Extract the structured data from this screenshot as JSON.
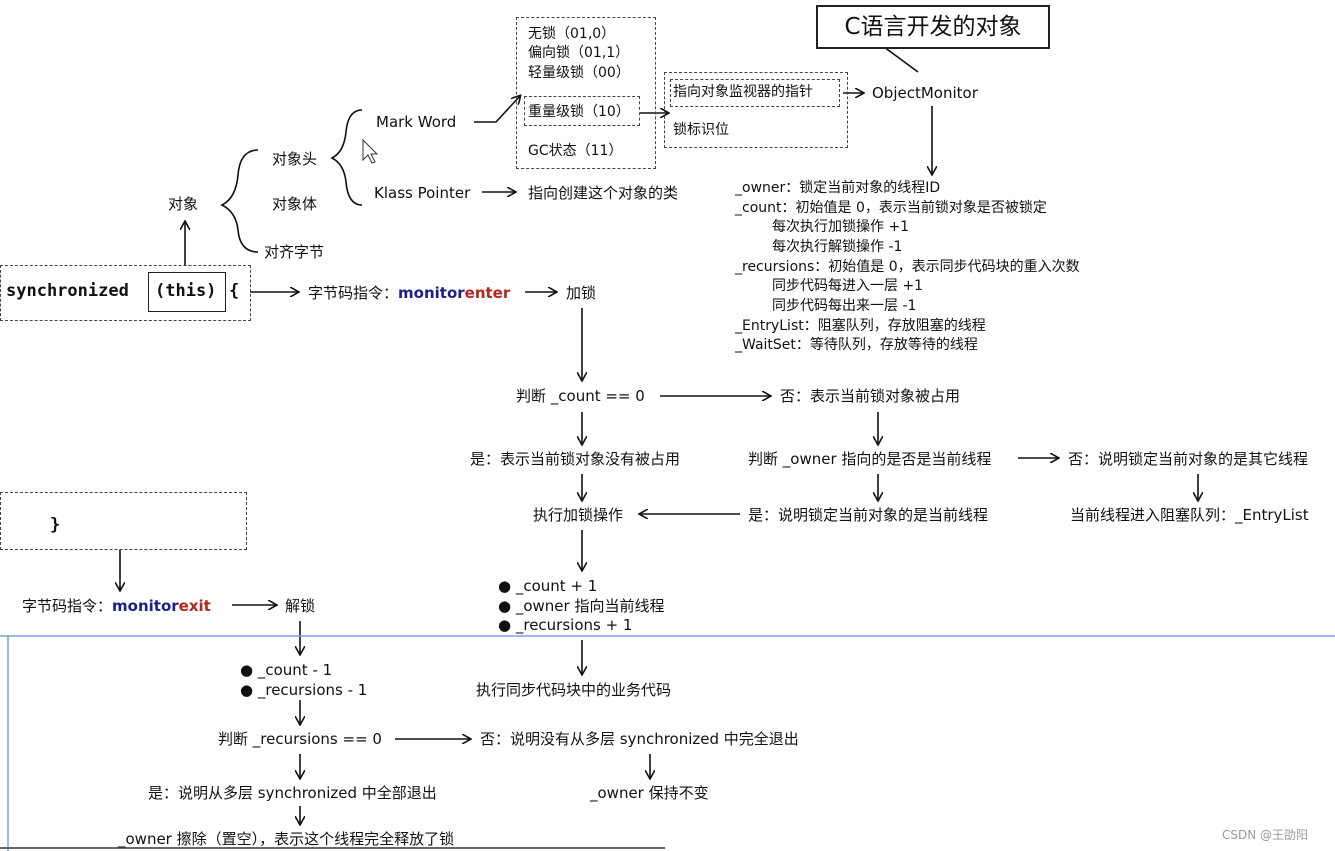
{
  "callout": {
    "text": "C语言开发的对象"
  },
  "object_tree": {
    "root": "对象",
    "header": "对象头",
    "body": "对象体",
    "padding": "对齐字节",
    "mark_word": "Mark Word",
    "klass_pointer": "Klass Pointer",
    "klass_desc": "指向创建这个对象的类"
  },
  "lock_states": {
    "none": "无锁（01,0）",
    "biased": "偏向锁（01,1）",
    "light": "轻量级锁（00）",
    "heavy": "重量级锁（10）",
    "gc": "GC状态（11）"
  },
  "heavy_detail": {
    "monitor_ptr": "指向对象监视器的指针",
    "lock_flag": "锁标识位"
  },
  "object_monitor": {
    "title": "ObjectMonitor",
    "fields": [
      "_owner：锁定当前对象的线程ID",
      "_count：初始值是 0，表示当前锁对象是否被锁定",
      "每次执行加锁操作 +1",
      "每次执行解锁操作 -1",
      "_recursions：初始值是 0，表示同步代码块的重入次数",
      "同步代码每进入一层 +1",
      "同步代码每出来一层 -1",
      "_EntryList：阻塞队列，存放阻塞的线程",
      "_WaitSet：等待队列，存放等待的线程"
    ]
  },
  "code": {
    "keyword": "synchronized",
    "arg": "(this)",
    "open": "{",
    "close": "}"
  },
  "enter": {
    "label": "字节码指令：",
    "monitor": "monitor",
    "op": "enter",
    "result": "加锁",
    "check_count": "判断 _count == 0",
    "count_no": "否：表示当前锁对象被占用",
    "count_yes": "是：表示当前锁对象没有被占用",
    "check_owner": "判断 _owner 指向的是否是当前线程",
    "owner_no": "否：说明锁定当前对象的是其它线程",
    "entry_list": "当前线程进入阻塞队列：_EntryList",
    "owner_yes": "是：说明锁定当前对象的是当前线程",
    "do_lock": "执行加锁操作",
    "steps": [
      "_count + 1",
      "_owner 指向当前线程",
      "_recursions + 1"
    ],
    "run_code": "执行同步代码块中的业务代码"
  },
  "exit": {
    "label": "字节码指令：",
    "monitor": "monitor",
    "op": "exit",
    "result": "解锁",
    "steps": [
      "_count - 1",
      "_recursions - 1"
    ],
    "check_rec": "判断 _recursions == 0",
    "rec_no": "否：说明没有从多层 synchronized 中完全退出",
    "owner_keep": "_owner 保持不变",
    "rec_yes": "是：说明从多层 synchronized 中全部退出",
    "owner_clear": "_owner 擦除（置空），表示这个线程完全释放了锁"
  },
  "watermark": "CSDN @王劭阳"
}
